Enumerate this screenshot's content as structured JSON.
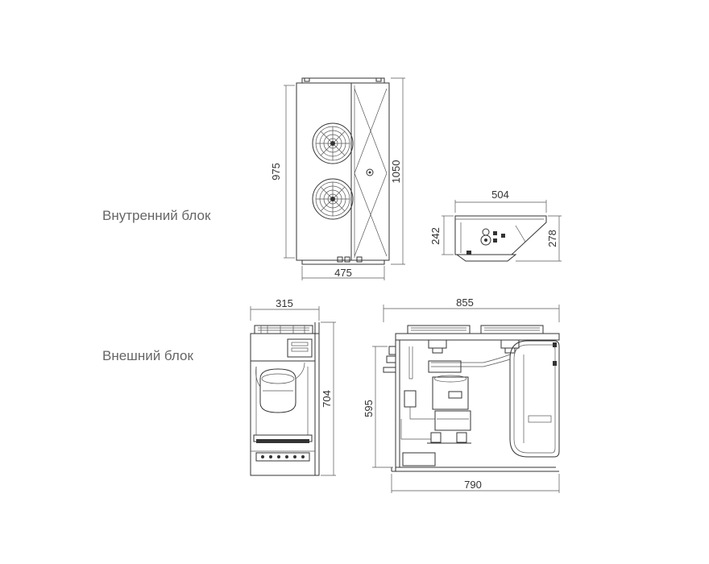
{
  "labels": {
    "indoor_unit": "Внутренний блок",
    "outdoor_unit": "Внешний блок"
  },
  "dimensions": {
    "indoor_front_height": "975",
    "indoor_front_total_height": "1050",
    "indoor_front_width": "475",
    "indoor_side_width": "504",
    "indoor_side_height": "242",
    "indoor_side_total_height": "278",
    "outdoor_side_width": "315",
    "outdoor_side_height": "704",
    "outdoor_front_width": "855",
    "outdoor_front_height": "595",
    "outdoor_front_base_width": "790"
  },
  "colors": {
    "line": "#333333",
    "text": "#666666"
  }
}
